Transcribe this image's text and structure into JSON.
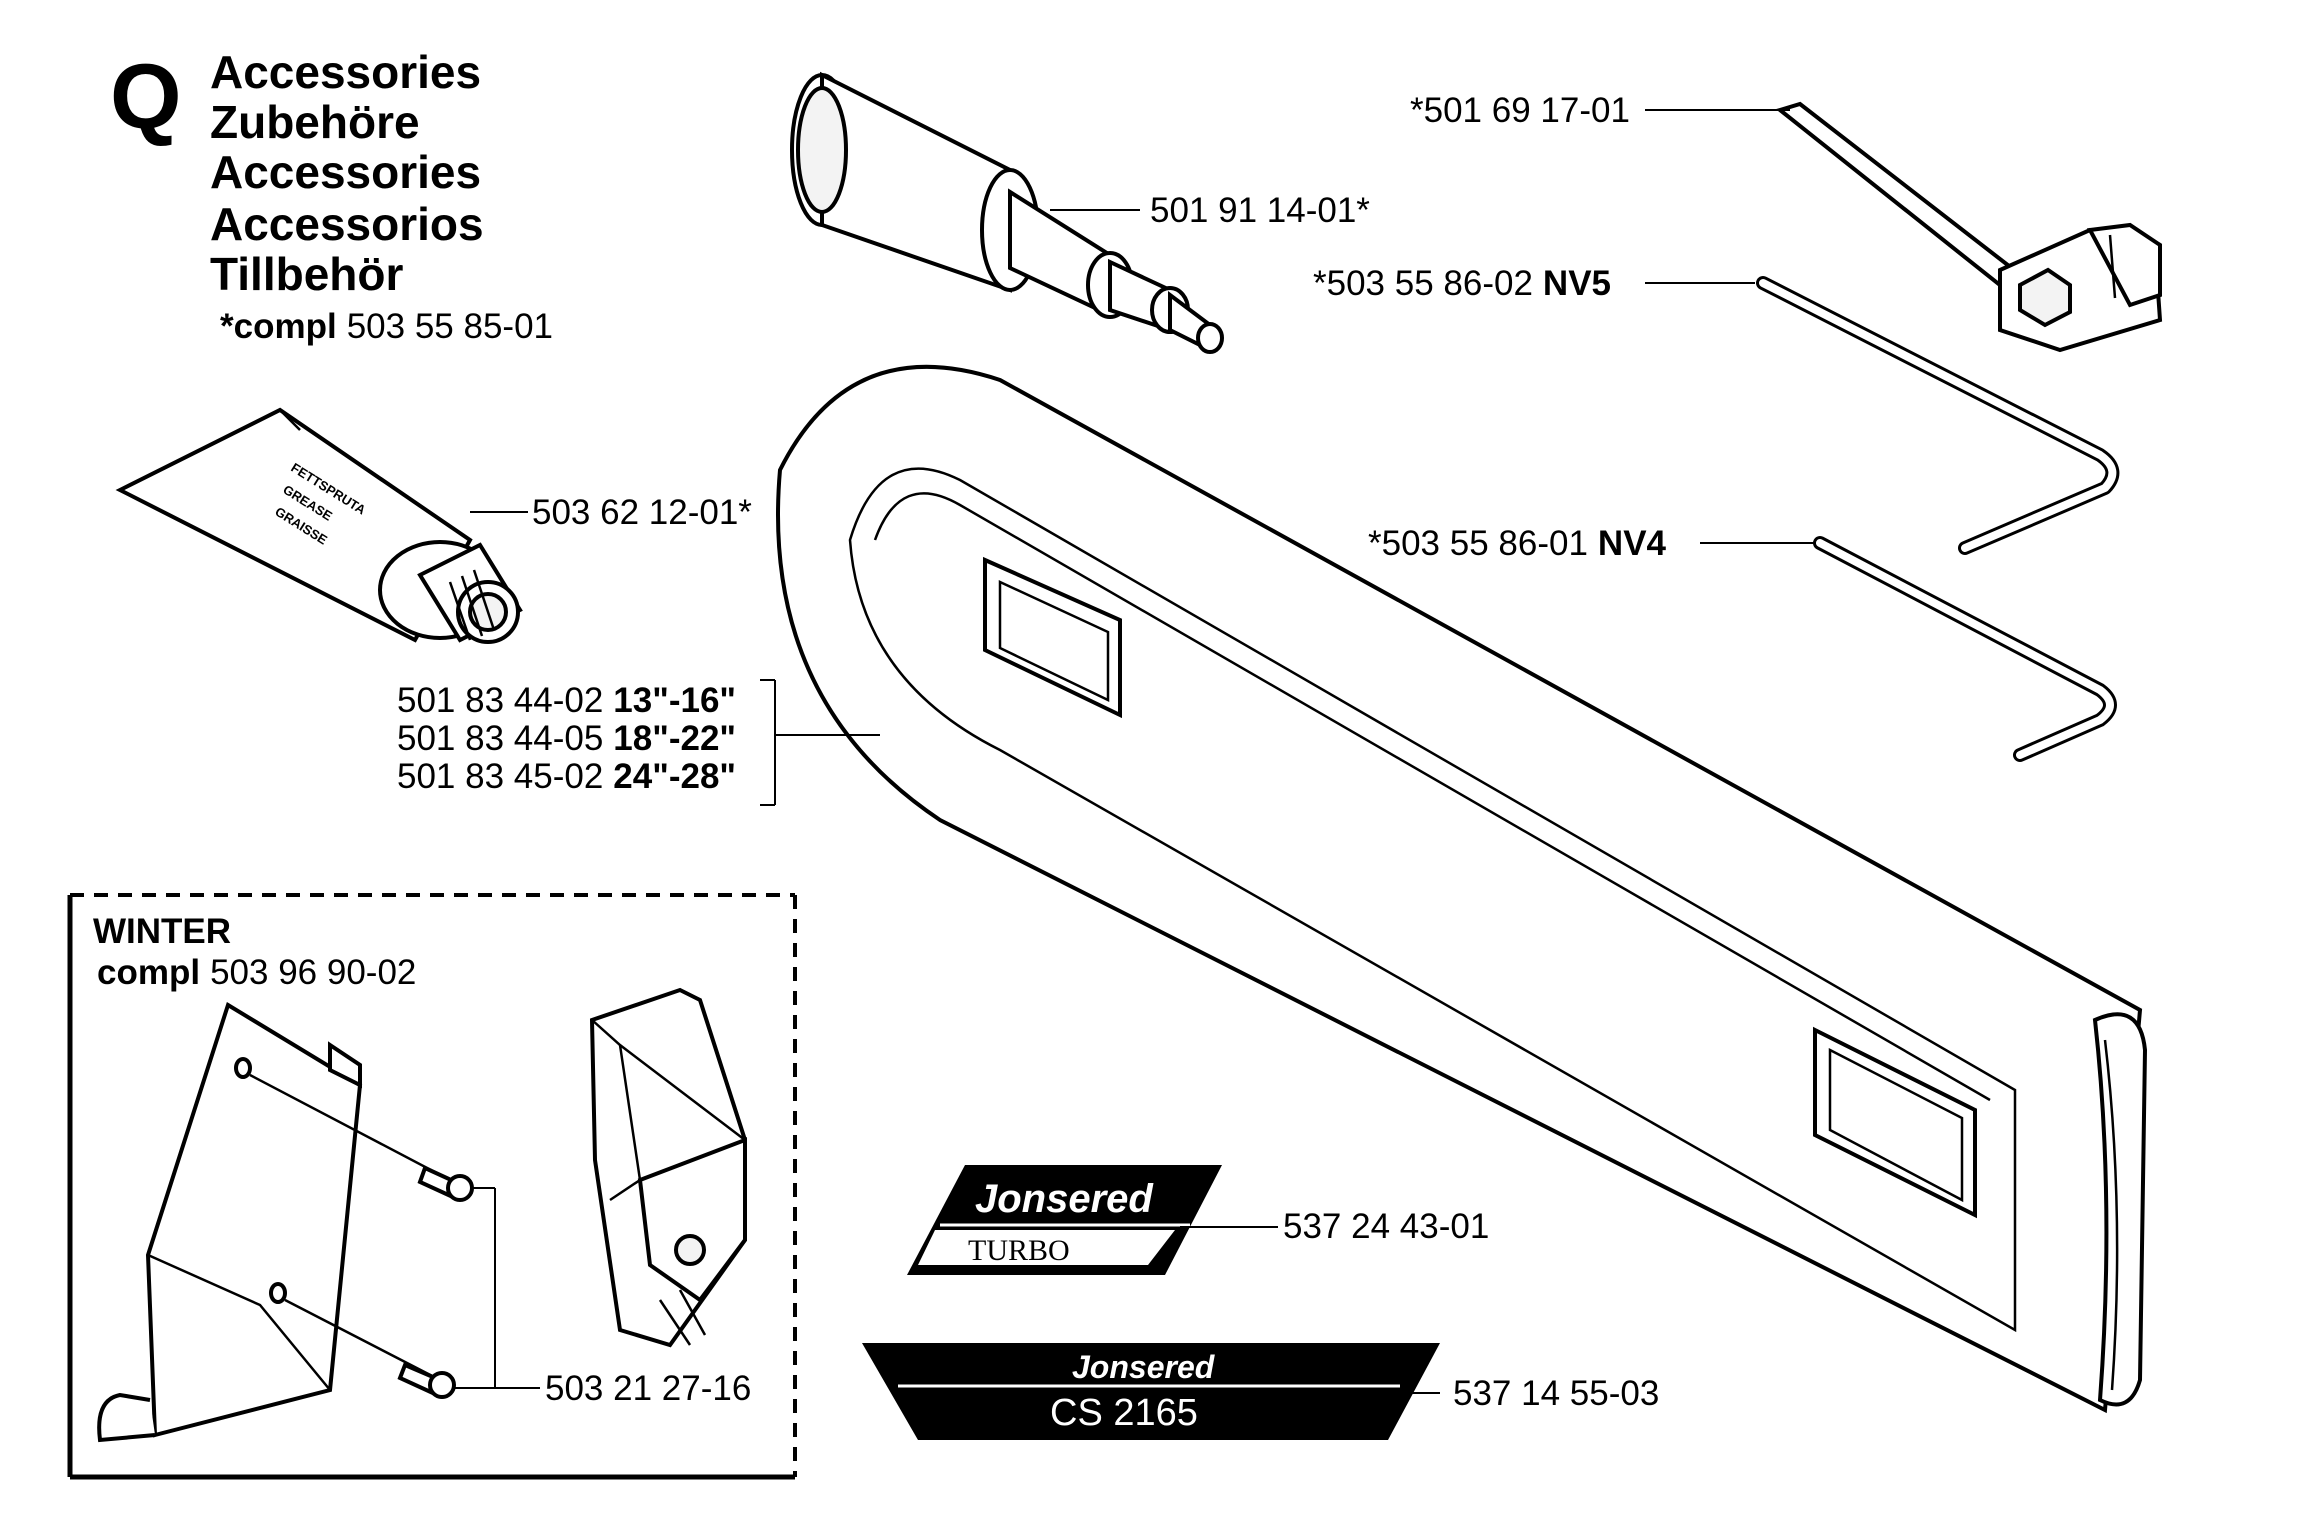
{
  "header": {
    "letter": "Q",
    "titles": [
      "Accessories",
      "Zubehöre",
      "Accessories",
      "Accessorios",
      "Tillbehör"
    ],
    "compl_prefix": "*compl",
    "compl_number": "503 55 85-01"
  },
  "callouts": {
    "screwdriver": "*501 69 17-01",
    "sleeve_tool": "501 91 14-01*",
    "hex_key_nv5_number": "*503 55 86-02",
    "hex_key_nv5_size": "NV5",
    "hex_key_nv4_number": "*503 55 86-01",
    "hex_key_nv4_size": "NV4",
    "grease_tube": "503 62 12-01*",
    "decal_turbo": "537 24 43-01",
    "decal_model": "537 14 55-03",
    "screw": "503 21 27-16"
  },
  "bar_cover": [
    {
      "number": "501 83 44-02",
      "size": "13\"-16\""
    },
    {
      "number": "501 83 44-05",
      "size": "18\"-22\""
    },
    {
      "number": "501 83 45-02",
      "size": "24\"-28\""
    }
  ],
  "winter_kit": {
    "title": "WINTER",
    "compl_prefix": "compl",
    "compl_number": "503 96 90-02"
  },
  "decals": {
    "brand": "Jonsered",
    "turbo_text": "TURBO",
    "model_text": "CS 2165"
  },
  "tube_print": [
    "FETTSPRUTA",
    "GREASE",
    "GRAISSE"
  ]
}
